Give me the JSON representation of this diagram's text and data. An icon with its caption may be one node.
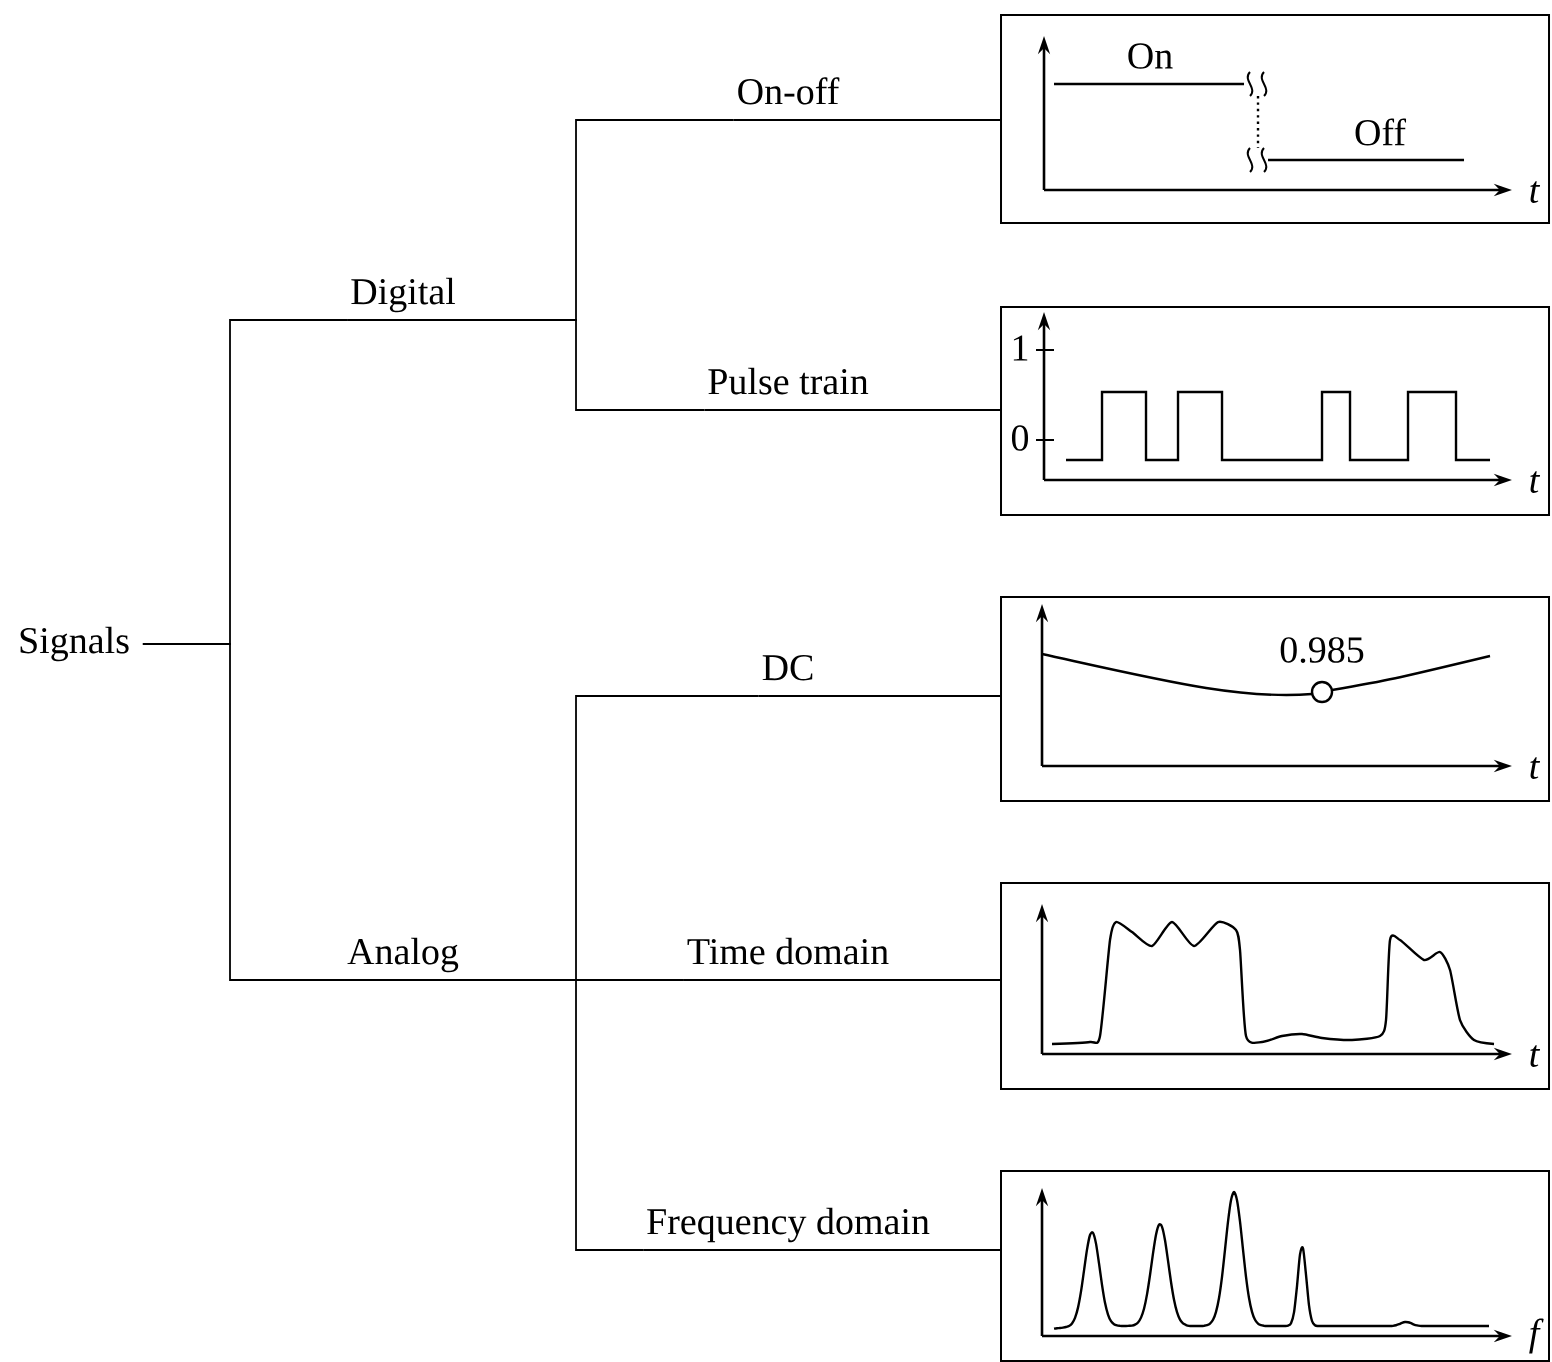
{
  "diagram": {
    "nodes": [
      {
        "text": [
          "Signals"
        ]
      },
      {
        "text": [
          "Digital"
        ]
      },
      {
        "text": [
          "Analog"
        ]
      },
      {
        "text": [
          "On-off"
        ]
      },
      {
        "text": [
          "Pulse train"
        ]
      },
      {
        "text": [
          "DC"
        ]
      },
      {
        "text": [
          "Time domain"
        ]
      },
      {
        "text": [
          "Frequency domain"
        ]
      },
      {
        "text": [
          "On",
          "Off",
          "t"
        ]
      },
      {
        "text": [
          "1",
          "0",
          "t"
        ]
      },
      {
        "text": [
          "0.985",
          "t"
        ]
      },
      {
        "text": [
          "t"
        ]
      },
      {
        "text": [
          "f"
        ]
      }
    ],
    "edges": [
      {
        "from": 0,
        "to": 1,
        "arrow": "none"
      },
      {
        "from": 0,
        "to": 2,
        "arrow": "none"
      },
      {
        "from": 1,
        "to": 3,
        "arrow": "none"
      },
      {
        "from": 1,
        "to": 4,
        "arrow": "none"
      },
      {
        "from": 2,
        "to": 5,
        "arrow": "none"
      },
      {
        "from": 2,
        "to": 6,
        "arrow": "none"
      },
      {
        "from": 2,
        "to": 7,
        "arrow": "none"
      },
      {
        "from": 3,
        "to": 8,
        "arrow": "none"
      },
      {
        "from": 4,
        "to": 9,
        "arrow": "none"
      },
      {
        "from": 5,
        "to": 10,
        "arrow": "none"
      },
      {
        "from": 6,
        "to": 11,
        "arrow": "none"
      },
      {
        "from": 7,
        "to": 12,
        "arrow": "none"
      }
    ]
  }
}
